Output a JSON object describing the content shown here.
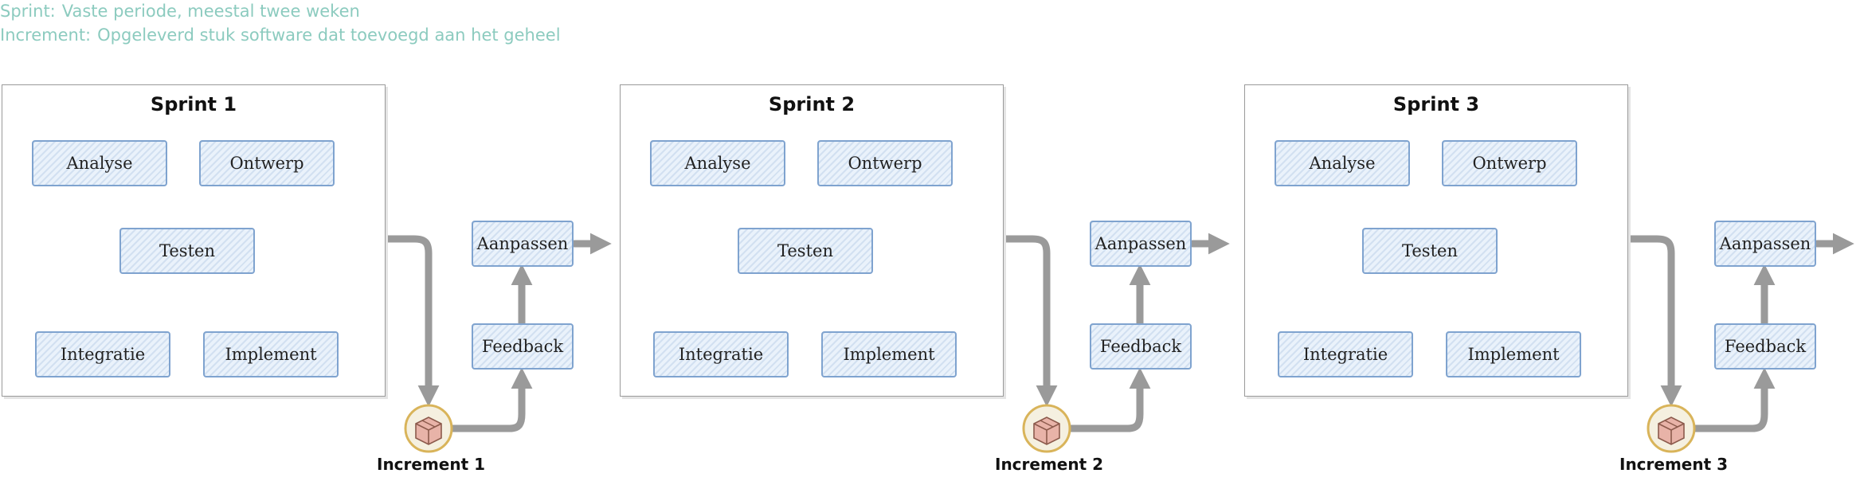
{
  "legend": {
    "sprint_term": "Sprint:",
    "sprint_def": "Vaste periode, meestal twee weken",
    "increment_term": "Increment:",
    "increment_def": "Opgeleverd stuk software dat toevoegd aan het geheel"
  },
  "sprints": [
    {
      "title": "Sprint 1",
      "analyse": "Analyse",
      "ontwerp": "Ontwerp",
      "testen": "Testen",
      "integratie": "Integratie",
      "implement": "Implement"
    },
    {
      "title": "Sprint 2",
      "analyse": "Analyse",
      "ontwerp": "Ontwerp",
      "testen": "Testen",
      "integratie": "Integratie",
      "implement": "Implement"
    },
    {
      "title": "Sprint 3",
      "analyse": "Analyse",
      "ontwerp": "Ontwerp",
      "testen": "Testen",
      "integratie": "Integratie",
      "implement": "Implement"
    }
  ],
  "stages": [
    {
      "feedback": "Feedback",
      "aanpassen": "Aanpassen",
      "increment": "Increment 1"
    },
    {
      "feedback": "Feedback",
      "aanpassen": "Aanpassen",
      "increment": "Increment 2"
    },
    {
      "feedback": "Feedback",
      "aanpassen": "Aanpassen",
      "increment": "Increment 3"
    }
  ],
  "colors": {
    "legend_text": "#8ccbbf",
    "box_border": "#7fa3cf",
    "box_fill": "#eaf2fb",
    "arrow": "#9a9a9a",
    "package": "#e8b3a8",
    "package_ring": "#d9b45a"
  },
  "icons": [
    "package-icon"
  ]
}
